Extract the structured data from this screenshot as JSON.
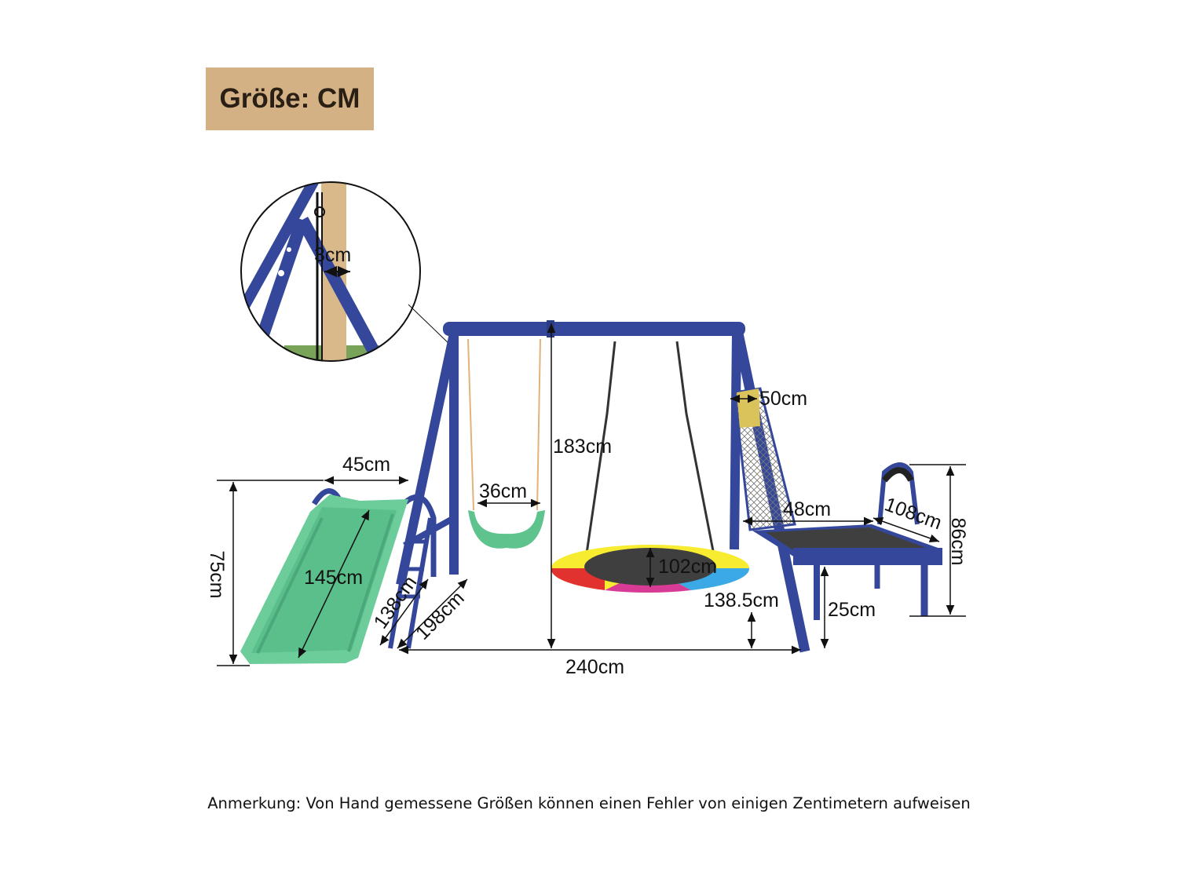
{
  "badge": {
    "label": "Größe: CM",
    "color": "#d4b185"
  },
  "colors": {
    "frame": "#34479a",
    "slide": "#6ccd9b",
    "net": "#d9c35a",
    "mat": "#3f3f3f",
    "nest_ring": [
      "#f7ec2f",
      "#d73b96",
      "#3aa9e6",
      "#e2322f",
      "#f39a27"
    ]
  },
  "dimensions": {
    "rope_thickness": "3cm",
    "goal_width": "50cm",
    "swing_height": "183cm",
    "slide_width": "45cm",
    "seat_width": "36cm",
    "slide_height": "75cm",
    "slide_length": "145cm",
    "ladder_width": "138cm",
    "ladder_span": "198cm",
    "nest_diameter": "102cm",
    "frame_depth": "138.5cm",
    "trampoline_width": "48cm",
    "trampoline_length": "108cm",
    "trampoline_height": "86cm",
    "trampoline_leg": "25cm",
    "total_width": "240cm"
  },
  "note": "Anmerkung: Von Hand gemessene Größen können einen Fehler von einigen Zentimetern aufweisen"
}
